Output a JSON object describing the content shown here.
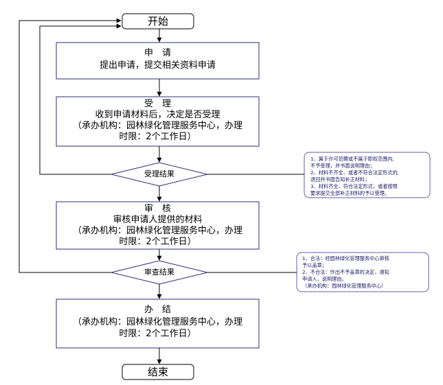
{
  "start": {
    "label": "开始"
  },
  "step_apply": {
    "title": "申　请",
    "line1": "提出申请，提交相关资料申请"
  },
  "step_accept": {
    "title": "受　理",
    "line1": "收到申请材料后，决定是否受理",
    "line2": "（承办机构：园林绿化管理服务中心，办理",
    "line3": "时限：2个工作日）"
  },
  "decision_accept": {
    "label": "受理结果",
    "note": [
      "1、属于许可范畴或不属于职权范围内,",
      "不予受理，并书面说明理由；",
      "2、材料不齐全、或者不符合法定形式的,",
      "退回并书面告知补正材料；",
      "3、材料齐全、符合法定形式，或者按照",
      "要求提交全部补正材料的予以受理。"
    ]
  },
  "step_review": {
    "title": "审　核",
    "line1": "审核申请人提供的材料",
    "line2": "（承办机构：园林绿化管理服务中心，办理",
    "line3": "时限：2个工作日）"
  },
  "decision_review": {
    "label": "审查结果",
    "note": [
      "1、合法：经园林绿化管理服务中心审核",
      "予以盖章；",
      "2、不合法：作出不予盖章的决定，通知",
      "申请人，说明理由。",
      "（承办机构：园林绿化管理服务中心）"
    ]
  },
  "step_finish": {
    "title": "办　结",
    "line1": "（承办机构：园林绿化管理服务中心，办理",
    "line2": "时限：2个工作日）"
  },
  "end": {
    "label": "结束"
  },
  "colors": {
    "box_border": "#2b2b7a",
    "line": "#000000",
    "note_border": "#6a5aa8"
  }
}
